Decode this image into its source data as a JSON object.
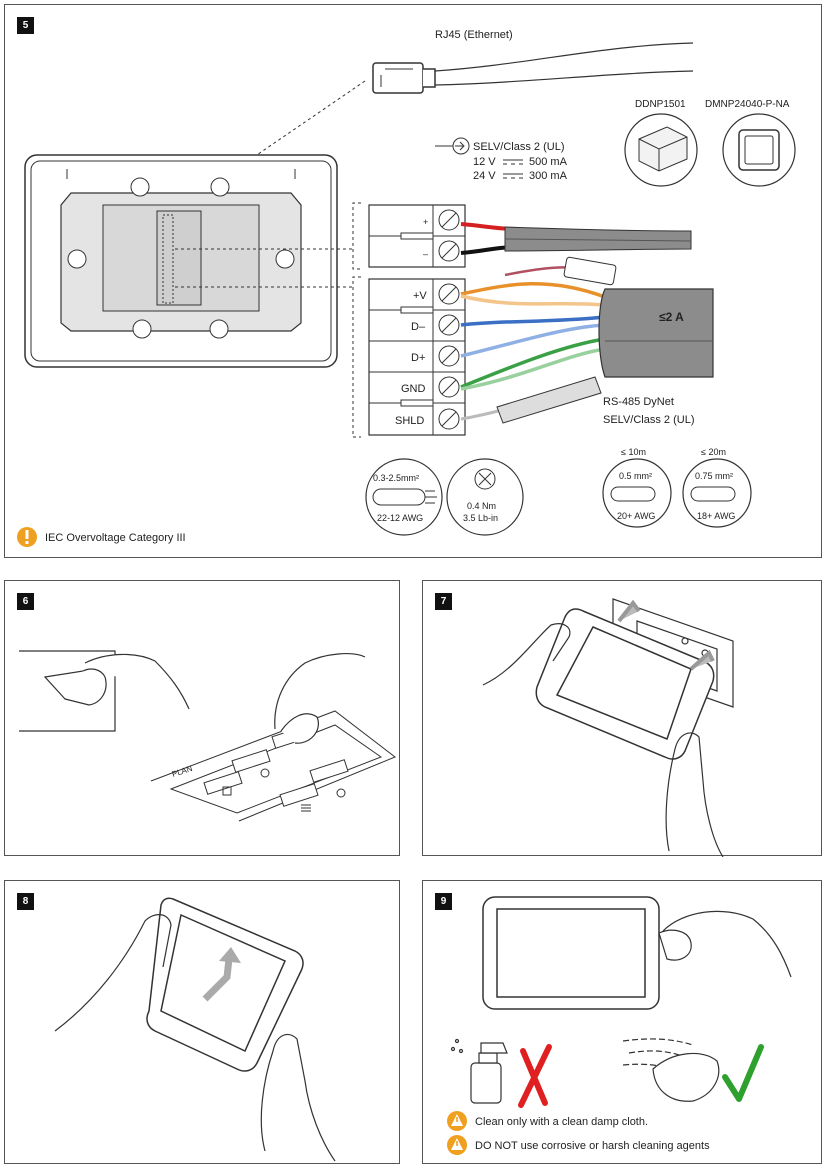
{
  "step5": {
    "number": "5",
    "rj45_label": "RJ45 (Ethernet)",
    "product_a": "DDNP1501",
    "product_b": "DMNP24040-P-NA",
    "selv_label": "SELV/Class 2 (UL)",
    "power_12v": "12 V",
    "power_12v_current": "500 mA",
    "power_24v": "24 V",
    "power_24v_current": "300 mA",
    "terminal_plus": "+",
    "terminal_minus": "–",
    "terminal_v": "+V",
    "terminal_dminus": "D–",
    "terminal_dplus": "D+",
    "terminal_gnd": "GND",
    "terminal_shld": "SHLD",
    "current_limit": "≤2 A",
    "rs485_line1": "RS-485 DyNet",
    "rs485_line2": "SELV/Class 2 (UL)",
    "wire_main_top": "0.3-2.5mm²",
    "wire_main_bottom": "22-12 AWG",
    "torque_top": "0.4 Nm",
    "torque_bottom": "3.5 Lb-in",
    "dist_10": "≤ 10m",
    "wire_05_top": "0.5 mm²",
    "wire_05_bottom": "20+ AWG",
    "dist_20": "≤ 20m",
    "wire_075_top": "0.75 mm²",
    "wire_075_bottom": "18+ AWG",
    "overvoltage": "IEC Overvoltage Category III"
  },
  "step6": {
    "number": "6",
    "plan_label": "PLAN"
  },
  "step7": {
    "number": "7"
  },
  "step8": {
    "number": "8"
  },
  "step9": {
    "number": "9",
    "caution1": "Clean only with a clean damp cloth.",
    "caution2": "DO NOT use corrosive or harsh cleaning agents"
  },
  "colors": {
    "wire_red": "#d42020",
    "wire_orange": "#e8902a",
    "wire_blue": "#3a6fc4",
    "wire_green": "#3aa046",
    "cross_red": "#e02020",
    "check_green": "#2ea02e",
    "warn_orange": "#f0a020"
  }
}
